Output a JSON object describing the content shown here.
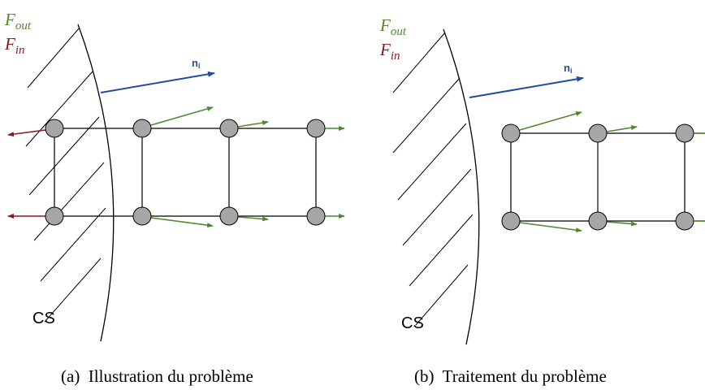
{
  "panels": [
    {
      "legend_out": "F",
      "legend_out_sub": "out",
      "legend_in": "F",
      "legend_in_sub": "in",
      "normal_label": "n",
      "normal_sub": "i",
      "boundary_label": "CS",
      "caption": "(a)  Illustration du problème"
    },
    {
      "legend_out": "F",
      "legend_out_sub": "out",
      "legend_in": "F",
      "legend_in_sub": "in",
      "normal_label": "n",
      "normal_sub": "i",
      "boundary_label": "CS",
      "caption": "(b)  Traitement du problème"
    }
  ],
  "colors": {
    "out": "#4f8a2a",
    "in": "#8b1a1a",
    "normal": "#1f4e9c",
    "node_fill": "#a6a6a6",
    "line": "#000000"
  }
}
